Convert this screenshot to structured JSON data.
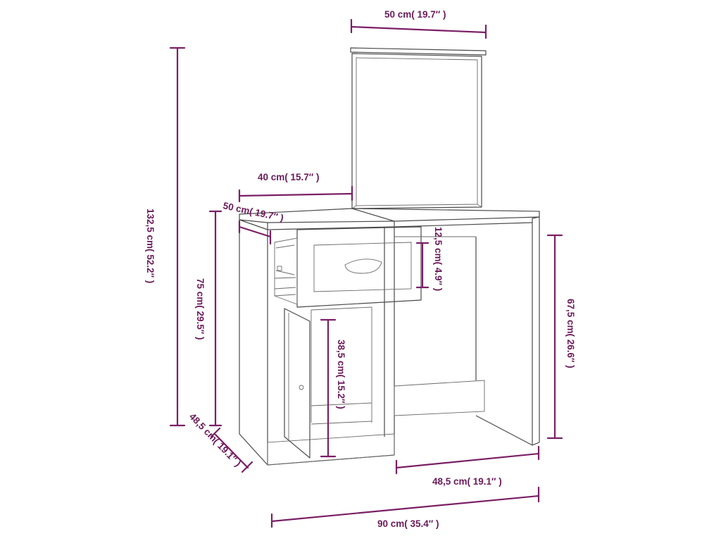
{
  "dimensions": {
    "mirror_width": "50 cm( 19.7″ )",
    "total_height": "132,5 cm( 52.2″ )",
    "table_height": "75 cm( 29.5″ )",
    "mirror_offset": "40 cm( 15.7″ )",
    "left_depth_top": "50 cm( 19.7″ )",
    "drawer_height": "12,5 cm( 4.9″ )",
    "legroom_height": "67,5 cm( 26.6″ )",
    "cabinet_height": "38,5 cm( 15.2″ )",
    "depth_bottom": "48,5 cm( 19.1″ )",
    "legroom_width": "48,5 cm( 19.1″ )",
    "total_width": "90 cm( 35.4″ )"
  },
  "colors": {
    "dimension_line": "#7b1f66",
    "dimension_text": "#6b1a5a",
    "outline": "#4a4a4a"
  }
}
